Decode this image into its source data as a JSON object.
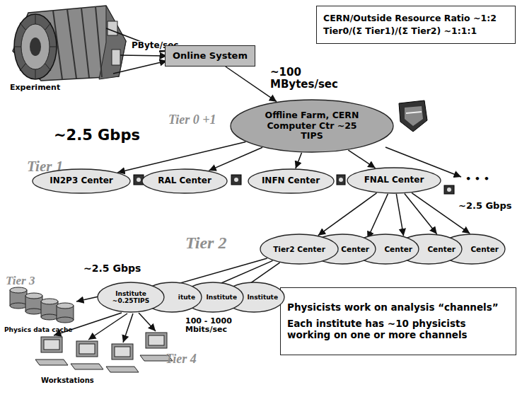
{
  "diagram": {
    "nodes": [
      {
        "text": [
          "CERN/Outside Resource Ratio ~1:2",
          "Tier0/(Σ Tier1)/(Σ Tier2) ~1:1:1"
        ]
      },
      {
        "text": [
          "Online System"
        ]
      },
      {
        "text": [
          "Offline Farm, CERN Computer Ctr ~25 TIPS"
        ]
      },
      {
        "text": [
          "IN2P3 Center"
        ]
      },
      {
        "text": [
          "RAL Center"
        ]
      },
      {
        "text": [
          "INFN Center"
        ]
      },
      {
        "text": [
          "FNAL Center"
        ]
      },
      {
        "text": [
          "Tier2 Center"
        ]
      },
      {
        "text": [
          "2 Center"
        ]
      },
      {
        "text": [
          "Center"
        ]
      },
      {
        "text": [
          "Center"
        ]
      },
      {
        "text": [
          "Center"
        ]
      },
      {
        "text": [
          "Institute ~0.25TIPS"
        ]
      },
      {
        "text": [
          "itute"
        ]
      },
      {
        "text": [
          "Institute"
        ]
      },
      {
        "text": [
          "Institute"
        ]
      },
      {
        "text": [
          "Physicists work on analysis “channels”",
          "Each institute has ~10 physicists working on one or more channels"
        ]
      }
    ],
    "edges": [
      {
        "from": 1,
        "to": 2,
        "arrow": "to"
      },
      {
        "from": 2,
        "to": 3,
        "arrow": "to"
      },
      {
        "from": 2,
        "to": 4,
        "arrow": "to"
      },
      {
        "from": 2,
        "to": 5,
        "arrow": "to"
      },
      {
        "from": 2,
        "to": 6,
        "arrow": "to"
      },
      {
        "from": 6,
        "to": 7,
        "arrow": "to"
      },
      {
        "from": 6,
        "to": 8,
        "arrow": "to"
      },
      {
        "from": 6,
        "to": 9,
        "arrow": "to"
      },
      {
        "from": 6,
        "to": 10,
        "arrow": "to"
      },
      {
        "from": 6,
        "to": 11,
        "arrow": "to"
      },
      {
        "from": 7,
        "to": 12,
        "arrow": "to"
      },
      {
        "from": 7,
        "to": 13,
        "arrow": "to"
      },
      {
        "from": 7,
        "to": 14,
        "arrow": "to"
      }
    ],
    "labels": [
      "Experiment",
      "PByte/sec",
      "~100 MBytes/sec",
      "Tier 0 +1",
      "~2.5 Gbps",
      "Tier 1",
      "• • •",
      "~2.5 Gbps",
      "Tier 2",
      "Tier 3",
      "~2.5 Gbps",
      "Physics data cache",
      "100 - 1000 Mbits/sec",
      "Workstations",
      "Tier 4"
    ]
  }
}
